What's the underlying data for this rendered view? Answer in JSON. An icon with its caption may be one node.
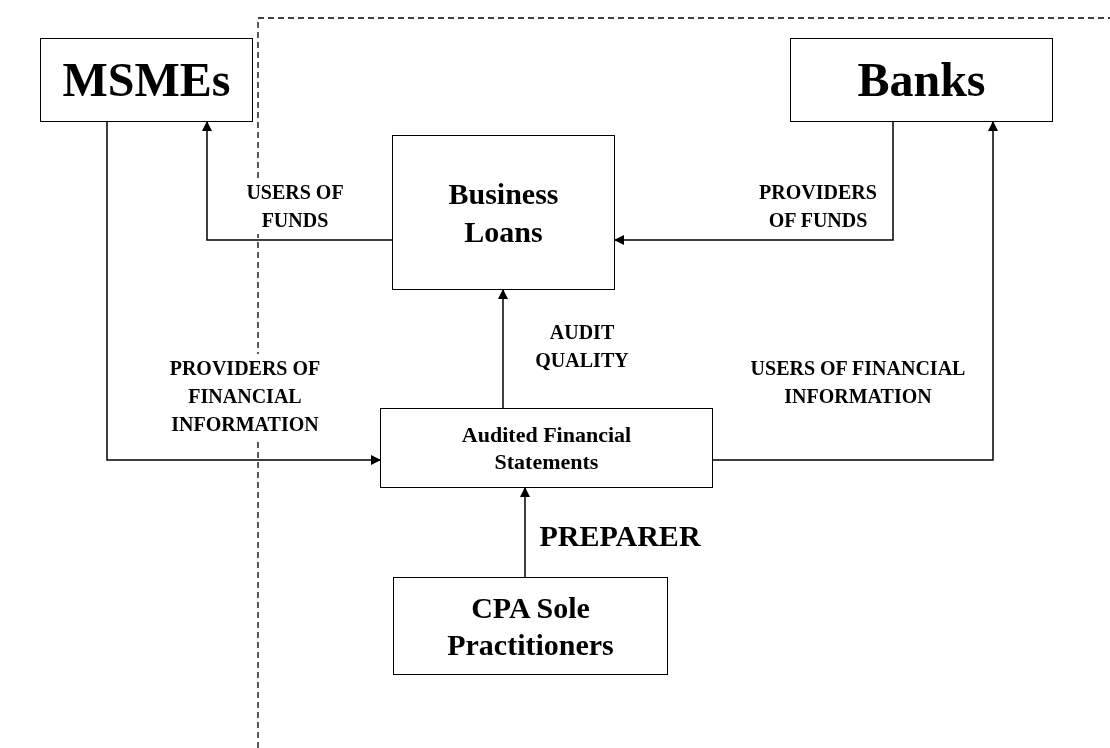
{
  "diagram": {
    "nodes": [
      {
        "text": [
          "MSMEs"
        ]
      },
      {
        "text": [
          "Banks"
        ]
      },
      {
        "text": [
          "Business Loans"
        ]
      },
      {
        "text": [
          "Audited Financial Statements"
        ]
      },
      {
        "text": [
          "CPA Sole Practitioners"
        ]
      }
    ],
    "edges": [
      {
        "from": 2,
        "to": 0,
        "arrow": "to",
        "label": "USERS OF FUNDS"
      },
      {
        "from": 1,
        "to": 2,
        "arrow": "to",
        "label": "PROVIDERS OF FUNDS"
      },
      {
        "from": 3,
        "to": 2,
        "arrow": "to",
        "label": "AUDIT QUALITY"
      },
      {
        "from": 0,
        "to": 3,
        "arrow": "to",
        "label": "PROVIDERS OF FINANCIAL INFORMATION"
      },
      {
        "from": 3,
        "to": 1,
        "arrow": "to",
        "label": "USERS OF FINANCIAL INFORMATION"
      },
      {
        "from": 4,
        "to": 3,
        "arrow": "to",
        "label": "PREPARER"
      }
    ]
  }
}
